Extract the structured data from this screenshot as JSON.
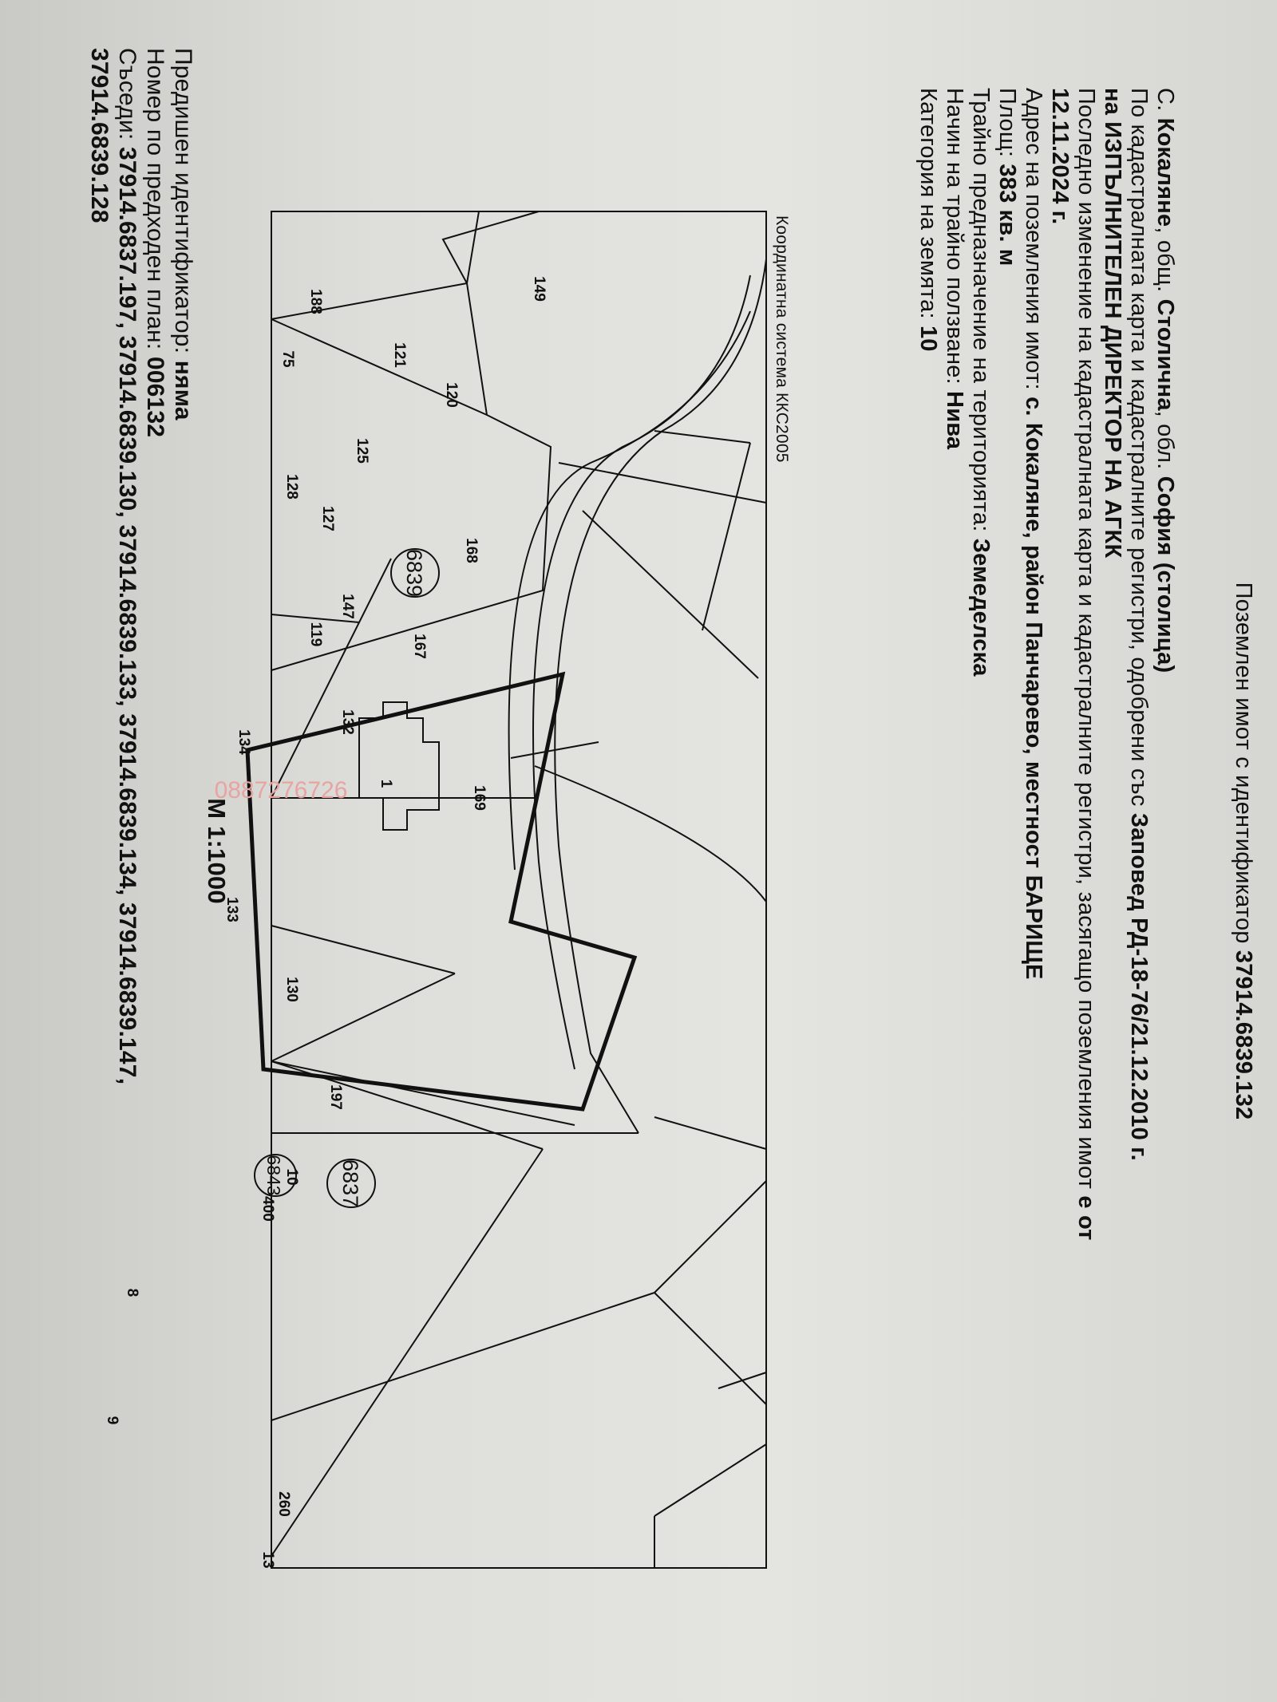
{
  "document": {
    "title_prefix": "Поземлен имот с  идентификатор ",
    "title_id": "37914.6839.132",
    "location_a": "С. ",
    "location_b": "Кокаляне",
    "location_c": ", общ. ",
    "location_d": "Столична",
    "location_e": ", обл. ",
    "location_f": "София (столица)",
    "order_a": "По кадастралната карта и кадастралните регистри, одобрени със ",
    "order_b": "Заповед РД-18-76/21.12.2010 г.",
    "order_c": "на ИЗПЪЛНИТЕЛЕН ДИРЕКТОР НА АГКК",
    "last_change_a": "Последно изменение на кадастралната карта и кадастралните регистри, засягащо поземления имот ",
    "last_change_b": "е от",
    "last_change_c": "12.11.2024 г.",
    "address_label": "Адрес на поземления имот: ",
    "address_value": "с. Кокаляне, район Панчарево, местност БАРИЩЕ",
    "area_label": "Площ: ",
    "area_value": "383 кв. м",
    "purpose_label": "Трайно предназначение на територията: ",
    "purpose_value": "Земеделска",
    "use_label": "Начин на трайно ползване: ",
    "use_value": "Нива",
    "category_label": "Категория на земята: ",
    "category_value": "10",
    "coordinate_system": "Координатна система ККС2005",
    "scale": "М 1:1000",
    "previous_id_label": "Предишен идентификатор: ",
    "previous_id_value": "няма",
    "plan_number_label": "Номер по предходен план: ",
    "plan_number_value": "006132",
    "neighbors_label": "Съседи: ",
    "neighbors_line1": "37914.6837.197, 37914.6839.130, 37914.6839.133, 37914.6839.134, 37914.6839.147,",
    "neighbors_line2": "37914.6839.128",
    "watermark": "0887276726"
  },
  "map": {
    "parcel_labels": [
      "75",
      "128",
      "125",
      "127",
      "121",
      "149",
      "188",
      "120",
      "168",
      "147",
      "132",
      "134",
      "133",
      "169",
      "167",
      "1",
      "119",
      "130",
      "197",
      "10",
      "8",
      "9",
      "260",
      "400",
      "13"
    ],
    "cadastral_zones": [
      "6839",
      "6837",
      "6843"
    ]
  },
  "colors": {
    "paper": "#e6e6e2",
    "ink": "#111111",
    "watermark": "#e8a3a3"
  }
}
